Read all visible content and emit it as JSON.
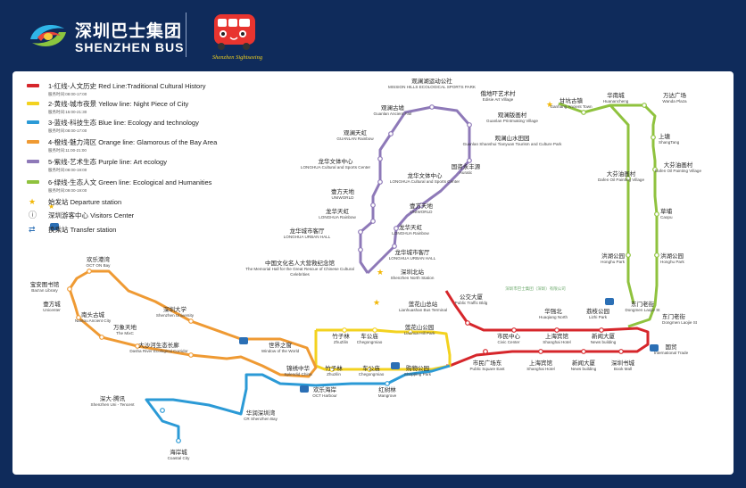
{
  "header": {
    "brand_cn": "深圳巴士集团",
    "brand_en": "SHENZHEN BUS",
    "bus_logo_text": "Shenzhen Sightseeing"
  },
  "colors": {
    "red": "#d6262b",
    "yellow": "#f3d21f",
    "blue": "#2b9ad6",
    "orange": "#ef9a33",
    "purple": "#8e79b8",
    "green": "#8fc23e",
    "navy": "#0f2b5b"
  },
  "legend": [
    {
      "color": "red",
      "label": "1-红线-人文历史 Red Line:Traditional Cultural History",
      "hours": "服务时间:08:00-17:00"
    },
    {
      "color": "yellow",
      "label": "2-黄线-城市夜景 Yellow line: Night Piece of City",
      "hours": "服务时间:15:00-21:30"
    },
    {
      "color": "blue",
      "label": "3-蓝线-科技生态 Blue line: Ecology and technology",
      "hours": "服务时间:08:00-17:00"
    },
    {
      "color": "orange",
      "label": "4-橙线-魅力湾区 Orange line: Glamorous of the Bay Area",
      "hours": "服务时间:11:00-21:00"
    },
    {
      "color": "purple",
      "label": "5-紫线-艺术生态 Purple line: Art ecology",
      "hours": "服务时间:08:00-19:00"
    },
    {
      "color": "green",
      "label": "6-绿线-生态人文 Green line: Ecological and Humanities",
      "hours": "服务时间:09:00-19:00"
    },
    {
      "icon": "star",
      "label": "始发站 Departure station"
    },
    {
      "icon": "visitor",
      "label": "深圳游客中心 Visitors Center"
    },
    {
      "icon": "transfer",
      "label": "换乘站 Transfer station"
    }
  ],
  "stations": [
    {
      "id": "mission-hills",
      "cn": "观澜湖运动公社",
      "en": "MISSION HILLS ECOLOGICAL SPORTS PARK"
    },
    {
      "id": "edisie",
      "cn": "俄地吓艺术村",
      "en": "Edisie Art Village"
    },
    {
      "id": "guanlan-ancient",
      "cn": "观澜古墟",
      "en": "Guanlan Ancient Fair"
    },
    {
      "id": "print-village",
      "cn": "观澜版画村",
      "en": "Guanlan Printmaking Village"
    },
    {
      "id": "shanshui",
      "cn": "观澜山水田园",
      "en": "Guanlan Shanshui Tianyuan Tourism and Culture Park"
    },
    {
      "id": "guanlan-rainbow",
      "cn": "观澜天虹",
      "en": "GUANLAN Rainbow"
    },
    {
      "id": "auratic",
      "cn": "国资永丰源",
      "en": "Auratic"
    },
    {
      "id": "lh-culture-1",
      "cn": "龙华文体中心",
      "en": "LONGHUA Cultural and Sports Center"
    },
    {
      "id": "lh-culture-2",
      "cn": "龙华文体中心",
      "en": "LONGHUA Cultural and Sports Center"
    },
    {
      "id": "uniworld-1",
      "cn": "壹方天地",
      "en": "UNIWORLD"
    },
    {
      "id": "uniworld-2",
      "cn": "壹方天地",
      "en": "UNIWORLD"
    },
    {
      "id": "lh-rainbow-1",
      "cn": "龙华天虹",
      "en": "LONGHUA Rainbow"
    },
    {
      "id": "lh-rainbow-2",
      "cn": "龙华天虹",
      "en": "LONGHUA Rainbow"
    },
    {
      "id": "lh-urban-1",
      "cn": "龙华城市客厅",
      "en": "LONGHUA URBAN HALL"
    },
    {
      "id": "lh-urban-2",
      "cn": "龙华城市客厅",
      "en": "LONGHUA URBAN HALL"
    },
    {
      "id": "memorial",
      "cn": "中国文化名人大营救纪念馆",
      "en": "The Memorial Hall for the Great Rescue of Chinese Cultural Celebrities"
    },
    {
      "id": "north-station",
      "cn": "深圳北站",
      "en": "Shenzhen North Station"
    },
    {
      "id": "ganhang",
      "cn": "甘坑古镇",
      "en": "Ganhang Ancient Town"
    },
    {
      "id": "huamei",
      "cn": "华南城",
      "en": "Huanancheng"
    },
    {
      "id": "wanda",
      "cn": "万达广场",
      "en": "Wanda Plaza"
    },
    {
      "id": "shangtang",
      "cn": "上塘",
      "en": "ShangTang"
    },
    {
      "id": "dafen-1",
      "cn": "大芬油画村",
      "en": "Dafen Oil Painting Village"
    },
    {
      "id": "dafen-2",
      "cn": "大芬油画村",
      "en": "Dafen Oil Painting Village"
    },
    {
      "id": "caopu",
      "cn": "草埔",
      "en": "Caopu"
    },
    {
      "id": "honghu-1",
      "cn": "洪湖公园",
      "en": "Honghu Park"
    },
    {
      "id": "honghu-2",
      "cn": "洪湖公园",
      "en": "Honghu Park"
    },
    {
      "id": "octloft",
      "cn": "欢乐港湾",
      "en": "OCT ON Bay"
    },
    {
      "id": "baoan-lib",
      "cn": "宝安图书馆",
      "en": "Bao'an Library"
    },
    {
      "id": "unicenter",
      "cn": "壹方城",
      "en": "Unicenter"
    },
    {
      "id": "nantou",
      "cn": "南头古城",
      "en": "Nantou Ancient City"
    },
    {
      "id": "mixc",
      "cn": "万象天地",
      "en": "The MixC"
    },
    {
      "id": "szu",
      "cn": "深圳大学",
      "en": "Shenzhen University"
    },
    {
      "id": "dasha",
      "cn": "大沙河生态长廊",
      "en": "Dasha River Ecological Corridor"
    },
    {
      "id": "wow",
      "cn": "世界之窗",
      "en": "Window of the World"
    },
    {
      "id": "lianhuashan",
      "cn": "莲花山总站",
      "en": "Lianhuashan Bus Terminal"
    },
    {
      "id": "traffic-bldg",
      "cn": "公交大厦",
      "en": "Public Traffic Bldg"
    },
    {
      "id": "zhuzilin-1",
      "cn": "竹子林",
      "en": "ZhuZilin"
    },
    {
      "id": "chegongmiao-1",
      "cn": "车公庙",
      "en": "Chegongmiao"
    },
    {
      "id": "lianhua-hill",
      "cn": "莲花山公园",
      "en": "Lianhua Hill Park"
    },
    {
      "id": "civic-center",
      "cn": "市民中心",
      "en": "Civic Center"
    },
    {
      "id": "huaqiang-n",
      "cn": "华强北",
      "en": "Huaqiang North"
    },
    {
      "id": "lizhi",
      "cn": "荔枝公园",
      "en": "Lizhi Park"
    },
    {
      "id": "dongmen-1",
      "cn": "东门老街",
      "en": "Dongmen Laojie St"
    },
    {
      "id": "dongmen-2",
      "cn": "东门老街",
      "en": "Dongmen Laojie St"
    },
    {
      "id": "sh-hotel-1",
      "cn": "上海宾馆",
      "en": "Shanghai Hotel"
    },
    {
      "id": "news-bldg-1",
      "cn": "新闻大厦",
      "en": "News building"
    },
    {
      "id": "splendid",
      "cn": "锦绣中华",
      "en": "Splendid China"
    },
    {
      "id": "zhuzilin-2",
      "cn": "竹子林",
      "en": "Zhuzilin"
    },
    {
      "id": "chegongmiao-2",
      "cn": "车公庙",
      "en": "Chegongmiao"
    },
    {
      "id": "shopping",
      "cn": "购物公园",
      "en": "Shopping Park"
    },
    {
      "id": "public-sq",
      "cn": "市民广场东",
      "en": "Public Square East"
    },
    {
      "id": "sh-hotel-2",
      "cn": "上海宾馆",
      "en": "Shanghai Hotel"
    },
    {
      "id": "news-bldg-2",
      "cn": "新闻大厦",
      "en": "News building"
    },
    {
      "id": "book-mall",
      "cn": "深圳书城",
      "en": "Book Mall"
    },
    {
      "id": "guomao",
      "cn": "国贸",
      "en": "International Trade"
    },
    {
      "id": "oct-harbour",
      "cn": "欢乐海岸",
      "en": "OCT Harbour"
    },
    {
      "id": "mangrove",
      "cn": "红树林",
      "en": "Mangrove"
    },
    {
      "id": "szu-tencent",
      "cn": "深大-腾讯",
      "en": "Shenzhen Uni - Tencent"
    },
    {
      "id": "cr-bay",
      "cn": "华润深圳湾",
      "en": "CR Shenzhen Bay"
    },
    {
      "id": "coastal",
      "cn": "海岸城",
      "en": "Coastal City"
    }
  ],
  "watermark": "深圳市巴士集团（深圳）有限公司"
}
